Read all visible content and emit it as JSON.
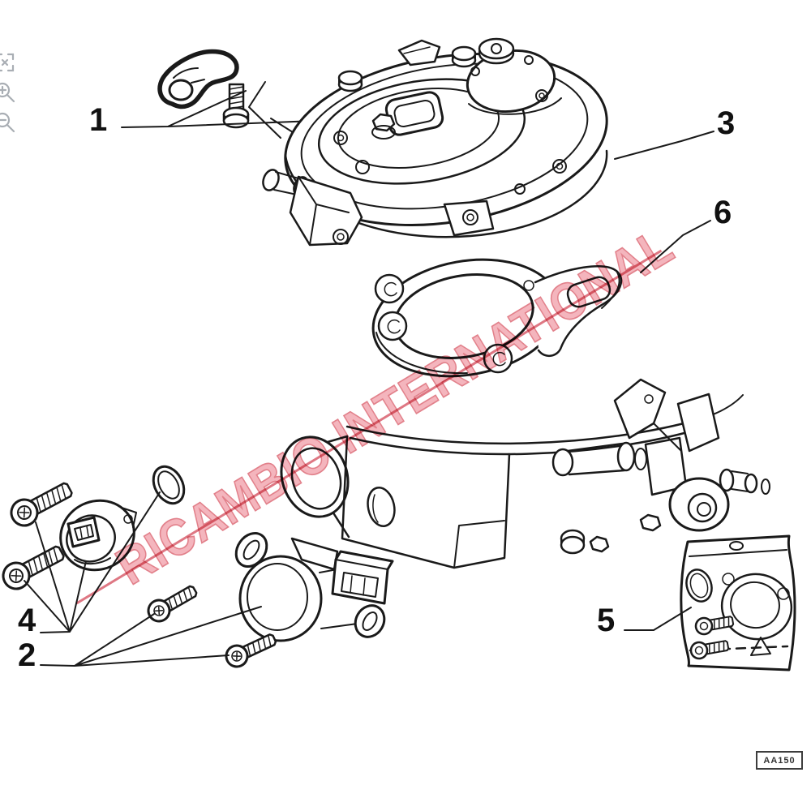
{
  "watermark": {
    "text": "RICAMBIO INTERNATIONAL",
    "text_color": "#f2a8b2",
    "outline_color": "#dd6b77",
    "line_color": "#d95f6d"
  },
  "toolbar": {
    "color": "#a9aeb4",
    "icons": [
      {
        "name": "fullscreen-icon"
      },
      {
        "name": "zoom-in-icon"
      },
      {
        "name": "zoom-out-icon"
      }
    ]
  },
  "diagram": {
    "type": "exploded-parts-diagram",
    "code": "AA150",
    "callouts": [
      {
        "label": "1"
      },
      {
        "label": "2"
      },
      {
        "label": "3"
      },
      {
        "label": "4"
      },
      {
        "label": "5"
      },
      {
        "label": "6"
      }
    ]
  }
}
